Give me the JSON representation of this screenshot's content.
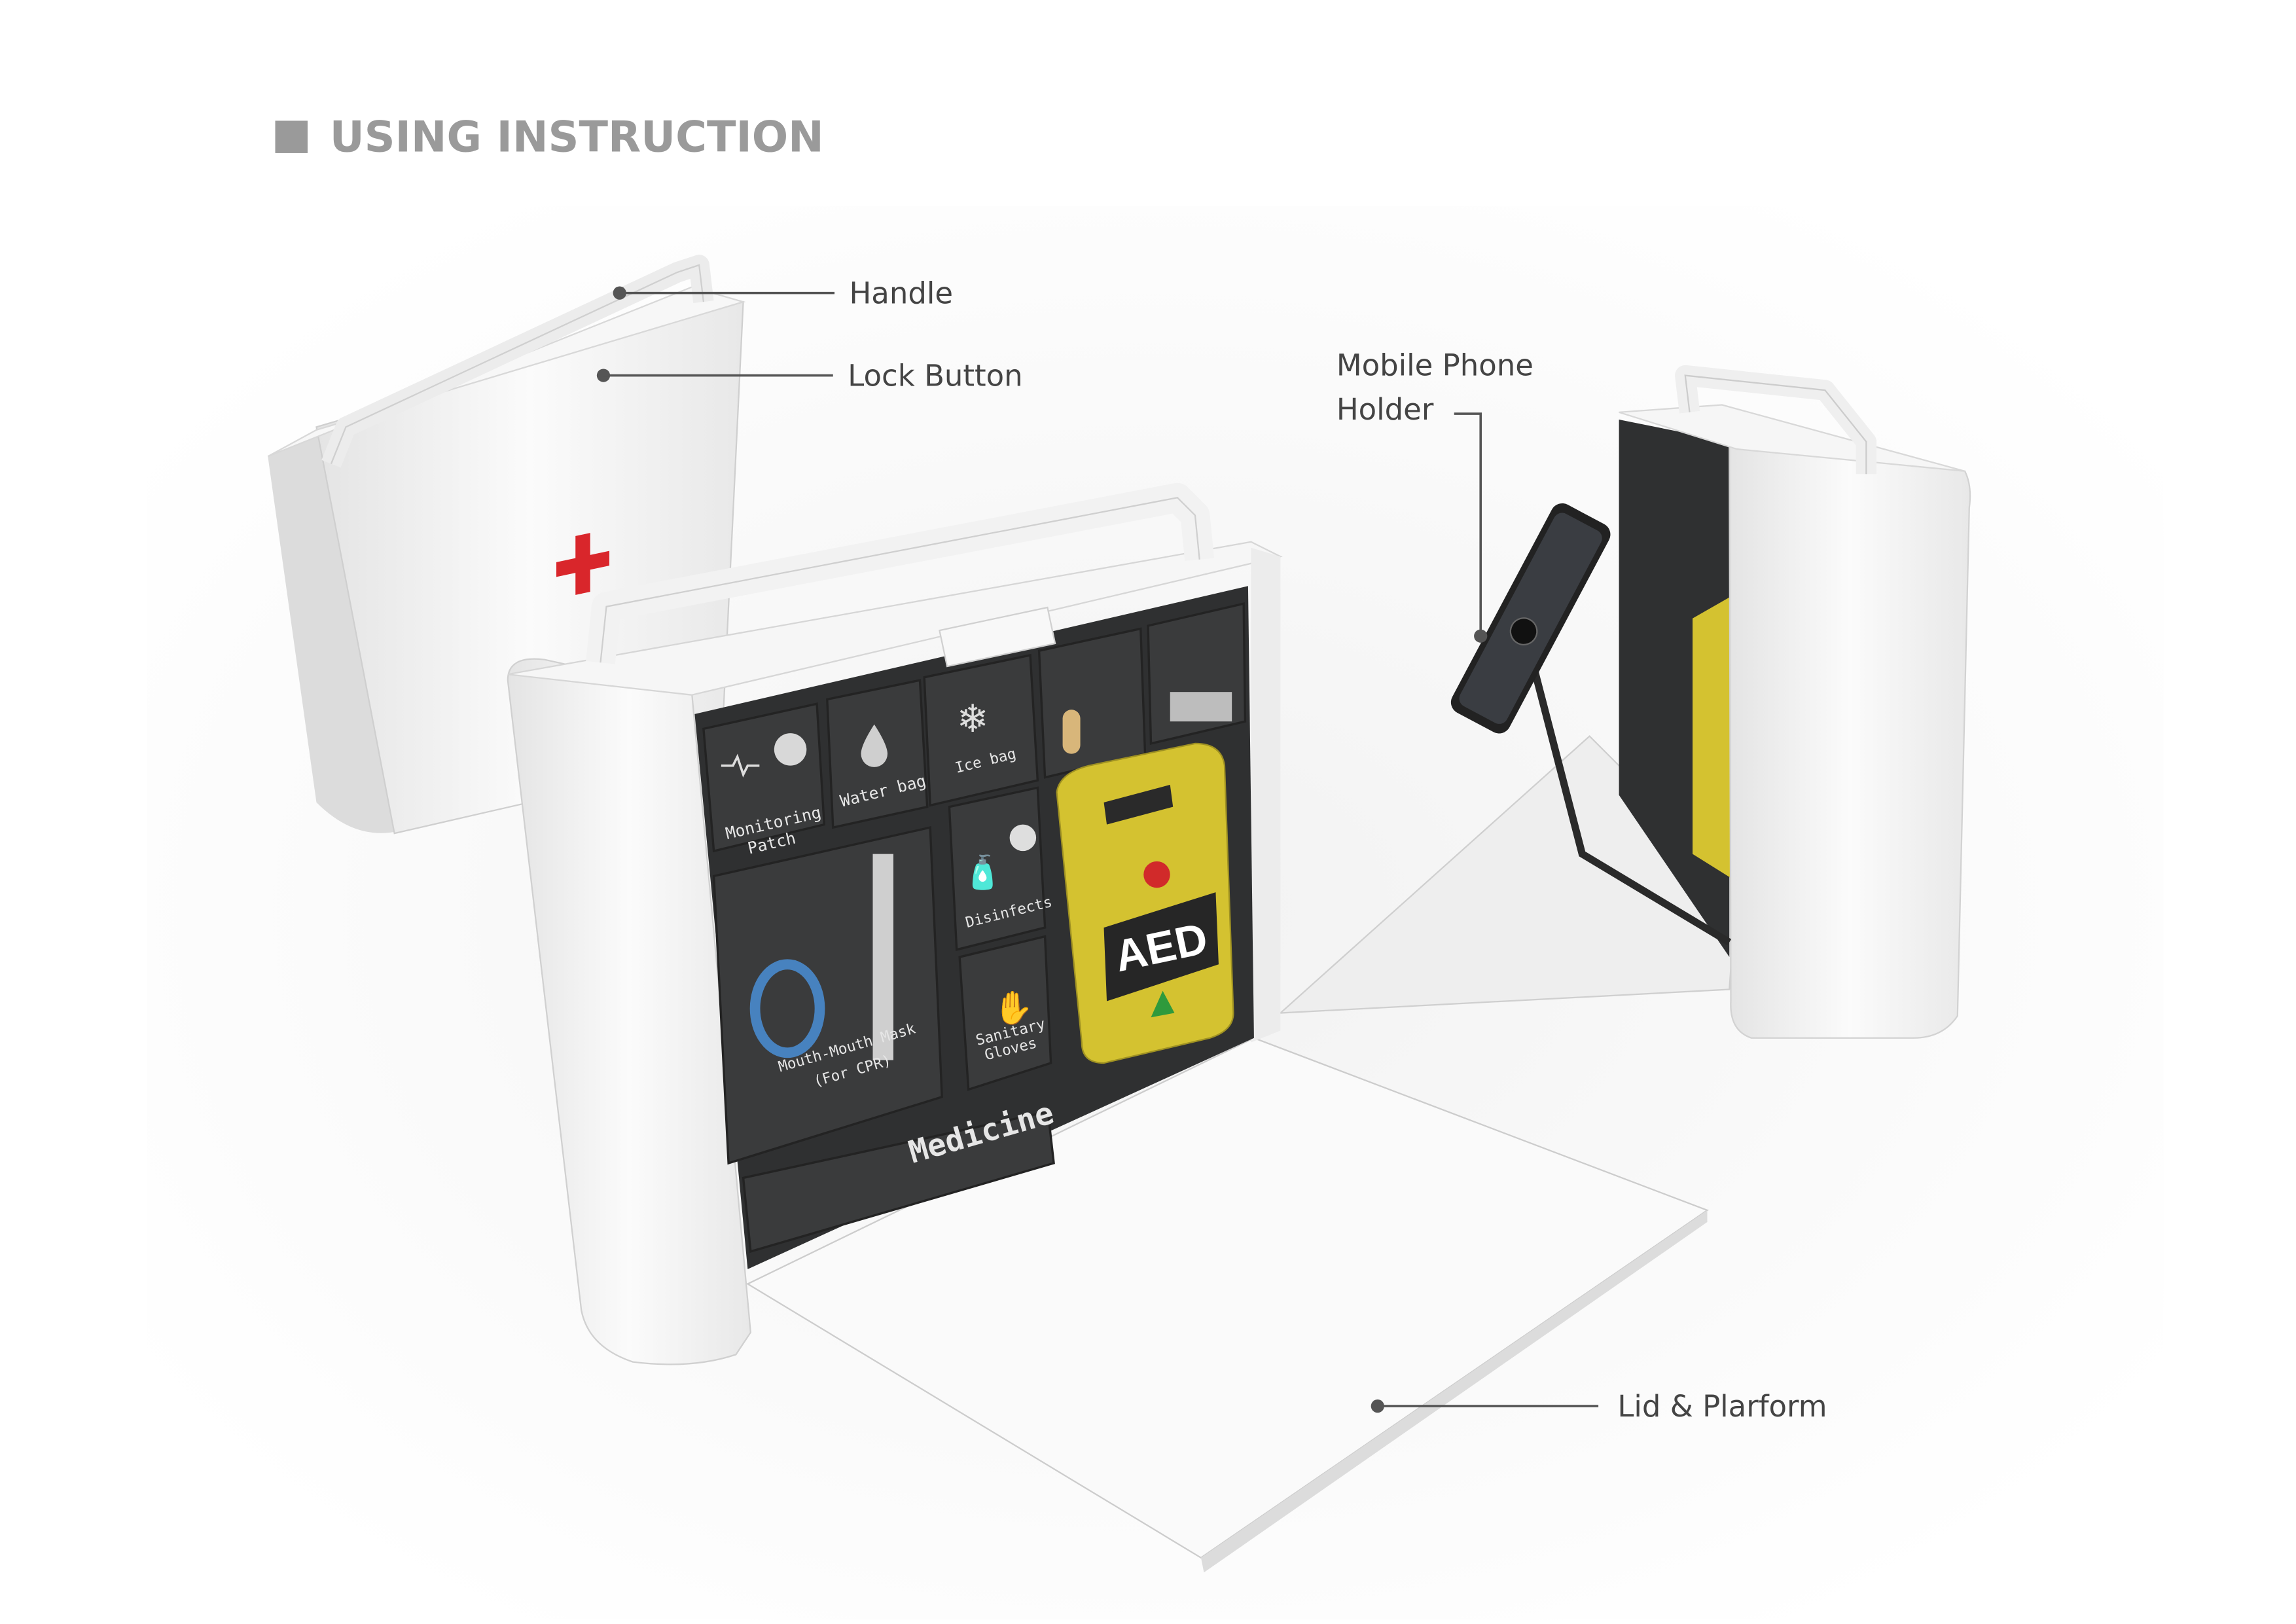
{
  "title": "USING INSTRUCTION",
  "callouts": {
    "handle": "Handle",
    "lock_button": "Lock Button",
    "phone_holder_line1": "Mobile Phone",
    "phone_holder_line2": "Holder",
    "lid": "Lid & Plarform"
  },
  "compartments": {
    "monitoring_1": "Monitoring",
    "monitoring_2": "Patch",
    "water_bag": "Water bag",
    "ice_bag": "Ice bag",
    "disinfects": "Disinfects",
    "gloves_1": "Sanitary",
    "gloves_2": "Gloves",
    "mask_1": "Mouth-Mouth Mask",
    "mask_2": "(For CPR)",
    "medicine": "Medicine",
    "aed": "AED"
  },
  "colors": {
    "case": "#f4f4f4",
    "interior": "#2f3031",
    "aed_yellow": "#d4c230",
    "cross_red": "#d9262b",
    "accent_gray": "#9a9a9a"
  }
}
